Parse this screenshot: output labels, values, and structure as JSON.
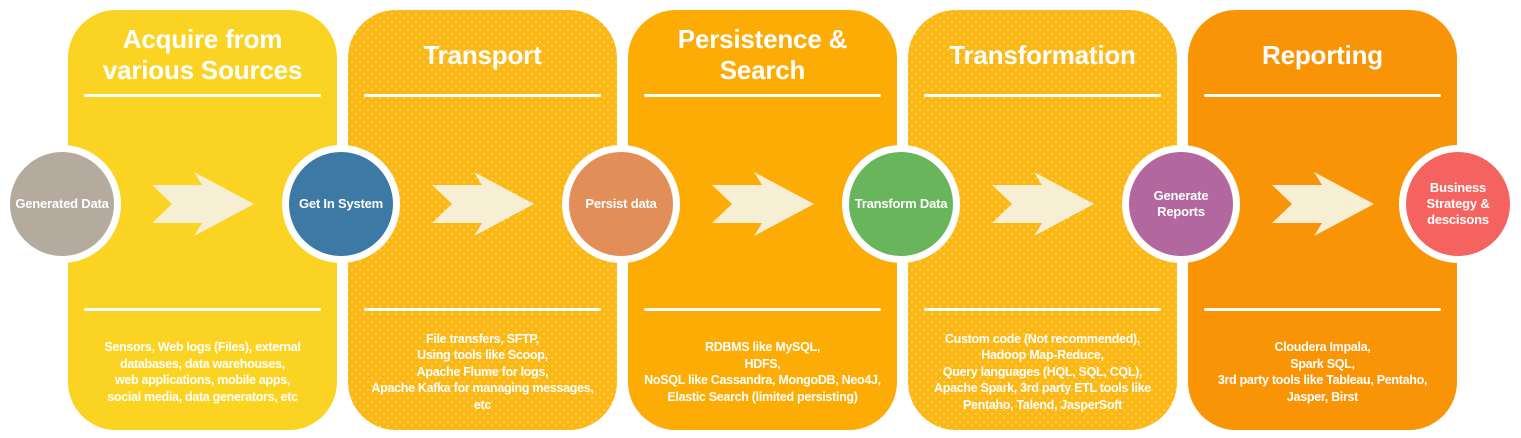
{
  "colors": {
    "arrow": "#F6EFD3",
    "text": "#FFFFFF",
    "panel_acquire": "#FBD423",
    "panel_transport": "#FBB713",
    "panel_persistence": "#FCAC05",
    "panel_transformation": "#FBB713",
    "panel_reporting": "#F89406"
  },
  "stages": [
    {
      "title": "Acquire from\nvarious Sources",
      "body": "Sensors, Web logs (Files), external\ndatabases, data warehouses,\nweb applications, mobile apps,\nsocial media, data generators, etc",
      "panel_color": "#FBD423"
    },
    {
      "title": "Transport",
      "body": "File transfers, SFTP,\nUsing tools like Scoop,\nApache Flume for logs,\nApache Kafka for managing messages,\netc",
      "panel_color": "#FBB713"
    },
    {
      "title": "Persistence &\nSearch",
      "body": "RDBMS like MySQL,\nHDFS,\nNoSQL like Cassandra, MongoDB, Neo4J,\nElastic Search (limited persisting)",
      "panel_color": "#FCAC05"
    },
    {
      "title": "Transformation",
      "body": "Custom code (Not recommended),\nHadoop Map-Reduce,\nQuery languages (HQL, SQL, CQL),\nApache Spark, 3rd party ETL tools like\nPentaho, Talend, JasperSoft",
      "panel_color": "#FBB713"
    },
    {
      "title": "Reporting",
      "body": "Cloudera Impala,\nSpark SQL,\n3rd party tools like Tableau, Pentaho,\nJasper, Birst",
      "panel_color": "#F89406"
    }
  ],
  "nodes": [
    {
      "label": "Generated Data",
      "color": "#B4AB9E"
    },
    {
      "label": "Get In System",
      "color": "#3C79A5"
    },
    {
      "label": "Persist data",
      "color": "#E18E58"
    },
    {
      "label": "Transform Data",
      "color": "#68B55B"
    },
    {
      "label": "Generate\nReports",
      "color": "#B2679E"
    },
    {
      "label": "Business\nStrategy &\ndescisons",
      "color": "#F4635F"
    }
  ]
}
